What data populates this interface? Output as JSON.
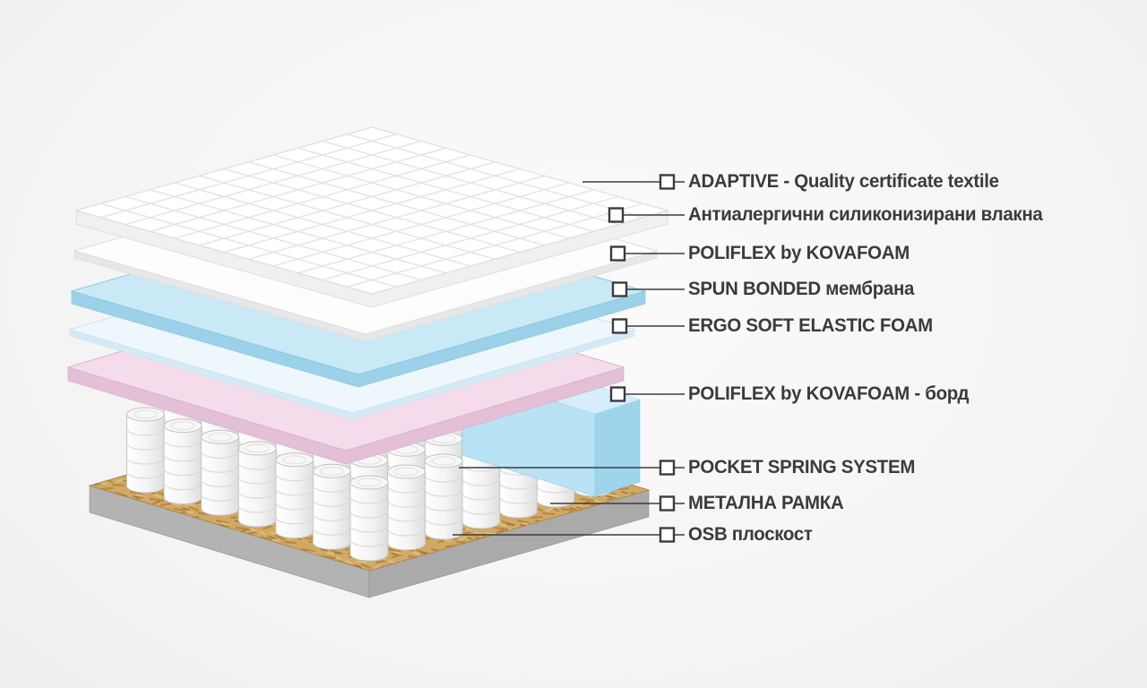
{
  "canvas": {
    "background_center": "#fbfbfb",
    "background_edge": "#eeeeee"
  },
  "legend": {
    "marker_fill": "#ffffff",
    "marker_border": "#3c3c3c",
    "line_color": "#3c3c3c",
    "text_color": "#3b3b3b"
  },
  "diagram": {
    "title": "mattress-layer-structure-exploded-view",
    "layers": [
      {
        "id": "adaptive-quilted-textile",
        "label": "ADAPTIVE - Quality certificate textile",
        "color": "#ffffff"
      },
      {
        "id": "antiallergic-fibers",
        "label": "Антиалергични силиконизирани влакна",
        "color": "#fdfdfd"
      },
      {
        "id": "poliflex-kovafoam",
        "label": "POLIFLEX by KOVAFOAM",
        "color": "#c9e9f7"
      },
      {
        "id": "spun-bonded-membrane",
        "label": "SPUN BONDED мембрана",
        "color": "#eef7fc"
      },
      {
        "id": "ergo-soft-elastic-foam",
        "label": "ERGO SOFT ELASTIC FOAM",
        "color": "#f5dcea"
      },
      {
        "id": "poliflex-kovafoam-board",
        "label": "POLIFLEX by KOVAFOAM - борд",
        "color": "#b7e3f5"
      },
      {
        "id": "pocket-spring-system",
        "label": "POCKET SPRING SYSTEM",
        "color": "#ffffff"
      },
      {
        "id": "metal-frame",
        "label": "МЕТАЛНА РАМКА",
        "color": "#aaaaaa"
      },
      {
        "id": "osb-board",
        "label": "OSB плоскост",
        "color": "#d2a865"
      }
    ]
  }
}
